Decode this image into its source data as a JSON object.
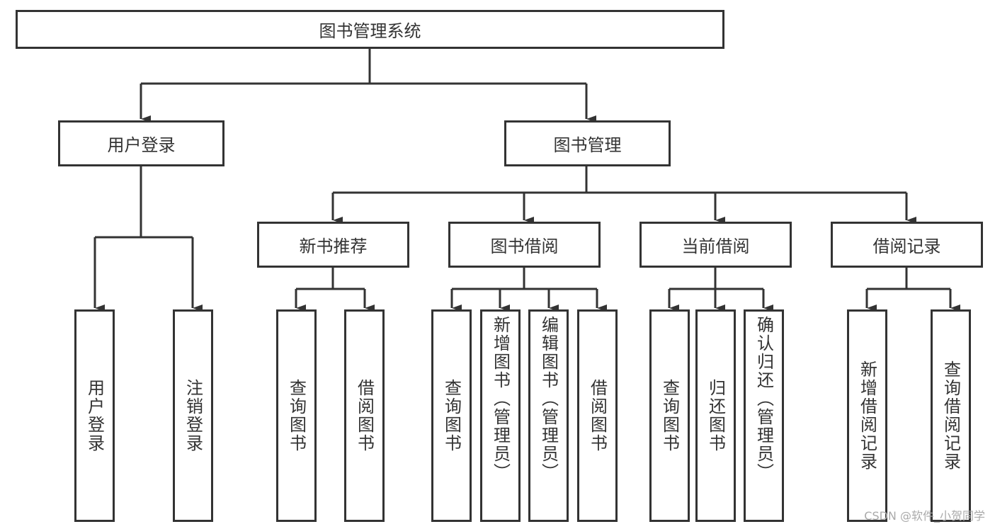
{
  "root": {
    "label": "图书管理系统"
  },
  "level1": [
    {
      "label": "用户登录",
      "children": [
        "用户登录",
        "注销登录"
      ]
    },
    {
      "label": "图书管理"
    }
  ],
  "level2": [
    {
      "label": "新书推荐",
      "children": [
        "查询图书",
        "借阅图书"
      ]
    },
    {
      "label": "图书借阅",
      "children": [
        "查询图书",
        "新增图书（管理员）",
        "编辑图书（管理员）",
        "借阅图书"
      ]
    },
    {
      "label": "当前借阅",
      "children": [
        "查询图书",
        "归还图书",
        "确认归还（管理员）"
      ]
    },
    {
      "label": "借阅记录",
      "children": [
        "新增借阅记录",
        "查询借阅记录"
      ]
    }
  ],
  "watermark": "CSDN @软件_小贺同学",
  "colors": {
    "stroke": "#333333",
    "background": "#ffffff"
  }
}
